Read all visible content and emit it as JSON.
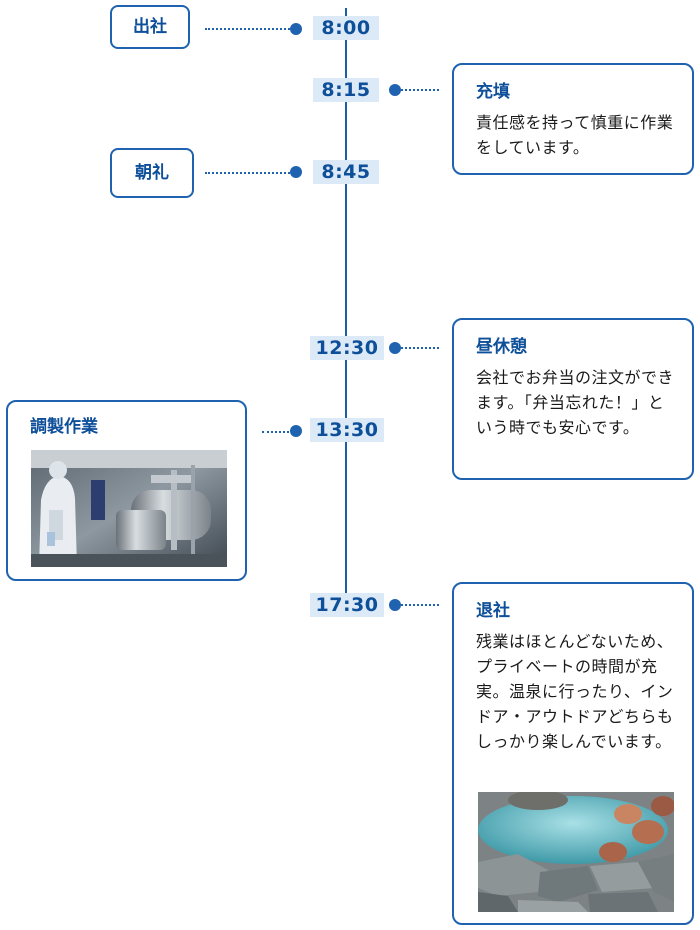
{
  "timeline": {
    "times": [
      "8:00",
      "8:15",
      "8:45",
      "12:30",
      "13:30",
      "17:30"
    ],
    "left_labels": [
      "出社",
      "朝礼"
    ],
    "cards": {
      "filling": {
        "title": "充填",
        "body": "責任感を持って慎重に作業をしています。"
      },
      "lunch": {
        "title": "昼休憩",
        "body": "会社でお弁当の注文ができます。「弁当忘れた！」という時でも安心です。"
      },
      "prep": {
        "title": "調製作業"
      },
      "leave": {
        "title": "退社",
        "body": "残業はほとんどないため、プライベートの時間が充実。温泉に行ったり、インドア・アウトドアどちらもしっかり楽しんでいます。"
      }
    }
  },
  "colors": {
    "accent": "#1f63b0",
    "time_bg": "#dce9f6",
    "text_blue": "#0e4f9a"
  }
}
